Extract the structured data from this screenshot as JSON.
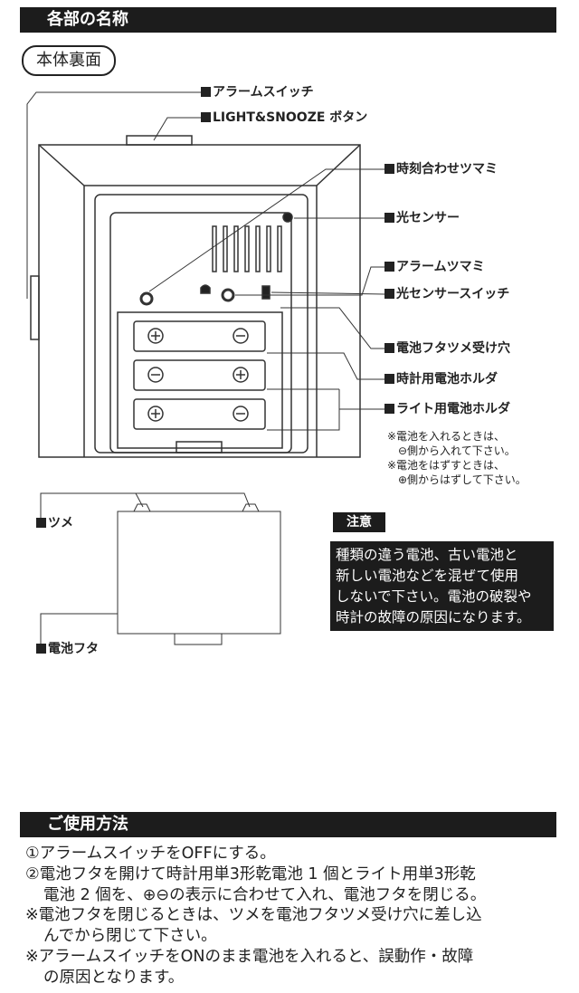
{
  "section1": {
    "title": "各部の名称",
    "subtitle": "本体裏面"
  },
  "labels": {
    "alarm_switch": "アラームスイッチ",
    "light_snooze": "LIGHT&SNOOZE ボタン",
    "time_knob": "時刻合わせツマミ",
    "light_sensor": "光センサー",
    "alarm_knob": "アラームツマミ",
    "light_sensor_switch": "光センサースイッチ",
    "cover_hole": "電池フタツメ受け穴",
    "clock_holder": "時計用電池ホルダ",
    "light_holder": "ライト用電池ホルダ",
    "tab": "ツメ",
    "cover": "電池フタ"
  },
  "notes": [
    "※電池を入れるときは、",
    "⊖側から入れて下さい。",
    "※電池をはずすときは、",
    "⊕側からはずして下さい。"
  ],
  "caution": {
    "title": "注意",
    "lines": [
      "種類の違う電池、古い電池と",
      "新しい電池などを混ぜて使用",
      "しないで下さい。電池の破裂や",
      "時計の故障の原因になります。"
    ]
  },
  "section2": {
    "title": "ご使用方法",
    "lines": [
      "①アラームスイッチをOFFにする。",
      "②電池フタを開けて時計用単3形乾電池 1 個とライト用単3形乾",
      "電池 2 個を、⊕⊖の表示に合わせて入れ、電池フタを閉じる。",
      "※電池フタを閉じるときは、ツメを電池フタツメ受け穴に差し込",
      "んでから閉じて下さい。",
      "※アラームスイッチをONのまま電池を入れると、誤動作・故障",
      "の原因となります。"
    ]
  }
}
